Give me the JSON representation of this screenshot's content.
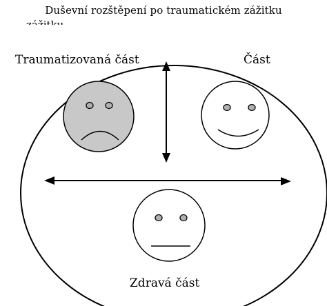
{
  "title": "Duševní rozštěpení po traumatickém zážitku",
  "title_overflow": "zážitku",
  "parts": {
    "traumatized": "Traumatizovaná část",
    "other": "Část",
    "healthy": "Zdravá část"
  },
  "colors": {
    "sad_face_fill": "#c8c8c8",
    "face_stroke": "#000000",
    "eye_fill": "#b0b0b0"
  }
}
